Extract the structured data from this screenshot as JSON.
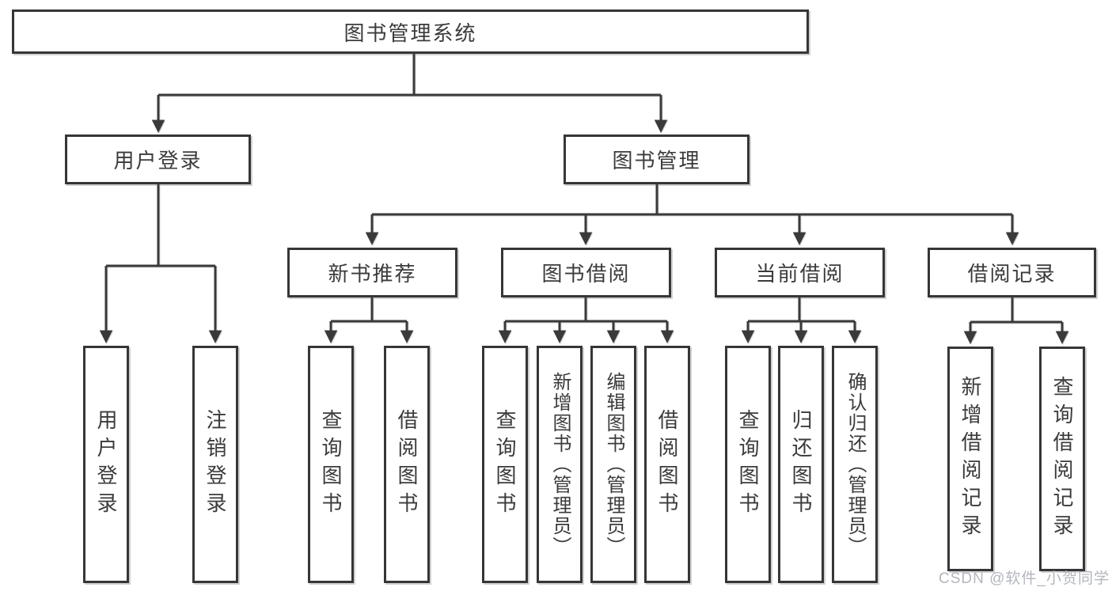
{
  "tree": {
    "root": "图书管理系统",
    "children": [
      {
        "label": "用户登录",
        "children": [
          {
            "label": "用户登录"
          },
          {
            "label": "注销登录"
          }
        ]
      },
      {
        "label": "图书管理",
        "children": [
          {
            "label": "新书推荐",
            "children": [
              {
                "label": "查询图书"
              },
              {
                "label": "借阅图书"
              }
            ]
          },
          {
            "label": "图书借阅",
            "children": [
              {
                "label": "查询图书"
              },
              {
                "label": "新增图书（管理员）"
              },
              {
                "label": "编辑图书（管理员）"
              },
              {
                "label": "借阅图书"
              }
            ]
          },
          {
            "label": "当前借阅",
            "children": [
              {
                "label": "查询图书"
              },
              {
                "label": "归还图书"
              },
              {
                "label": "确认归还（管理员）"
              }
            ]
          },
          {
            "label": "借阅记录",
            "children": [
              {
                "label": "新增借阅记录"
              },
              {
                "label": "查询借阅记录"
              }
            ]
          }
        ]
      }
    ]
  },
  "watermark": "CSDN @软件_小贺同学",
  "colors": {
    "line": "#3a3a3a",
    "border": "#363636",
    "text": "#3b3b3b",
    "watermark": "#b3b6bd",
    "background": "#ffffff"
  }
}
